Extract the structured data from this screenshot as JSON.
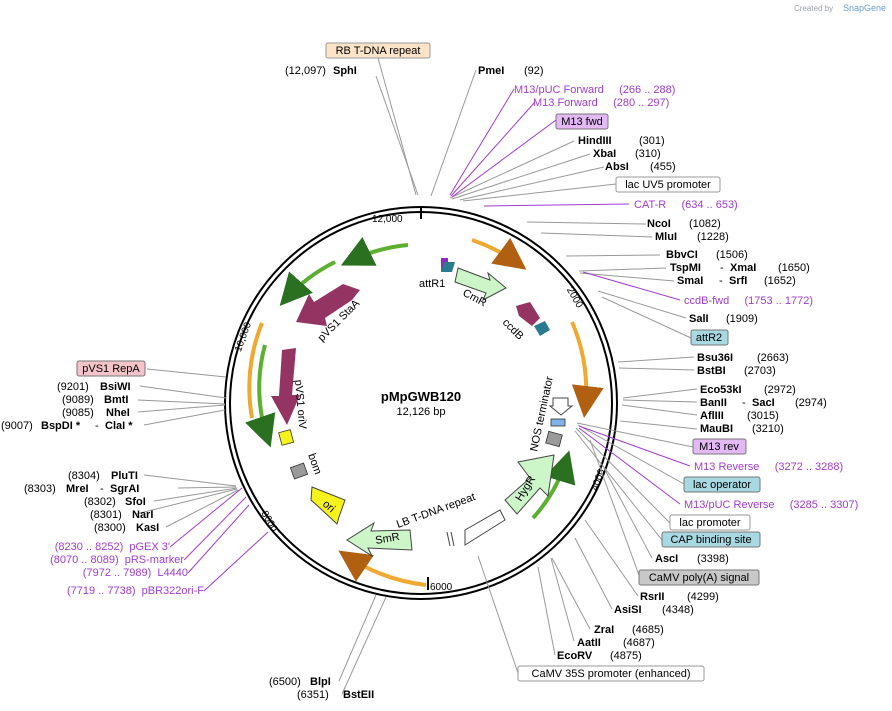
{
  "credit": {
    "prefix": "Created by",
    "brand": "SnapGene"
  },
  "plasmid": {
    "name": "pMpGWB120",
    "size": "12,126 bp"
  },
  "ticks": [
    "12,000",
    "2000",
    "4000",
    "6000",
    "8000",
    "10,000"
  ],
  "enzymes": {
    "sphI": {
      "pos": "(12,097)",
      "name": "SphI"
    },
    "pmeI": {
      "name": "PmeI",
      "pos": "(92)"
    },
    "hindIII": {
      "name": "HindIII",
      "pos": "(301)"
    },
    "xbaI": {
      "name": "XbaI",
      "pos": "(310)"
    },
    "absI": {
      "name": "AbsI",
      "pos": "(455)"
    },
    "ncoI": {
      "name": "NcoI",
      "pos": "(1082)"
    },
    "mluI": {
      "name": "MluI",
      "pos": "(1228)"
    },
    "bbvCI": {
      "name": "BbvCI",
      "pos": "(1506)"
    },
    "tspMI": {
      "name": "TspMI",
      "sep": "-",
      "name2": "XmaI",
      "pos": "(1650)"
    },
    "smaI": {
      "name": "SmaI",
      "sep": "-",
      "name2": "SrfI",
      "pos": "(1652)"
    },
    "salI": {
      "name": "SalI",
      "pos": "(1909)"
    },
    "bsu36I": {
      "name": "Bsu36I",
      "pos": "(2663)"
    },
    "bstBI": {
      "name": "BstBI",
      "pos": "(2703)"
    },
    "eco53kI": {
      "name": "Eco53kI",
      "pos": "(2972)"
    },
    "banII": {
      "name": "BanII",
      "sep": "-",
      "name2": "SacI",
      "pos": "(2974)"
    },
    "aflIII": {
      "name": "AflIII",
      "pos": "(3015)"
    },
    "mauBI": {
      "name": "MauBI",
      "pos": "(3210)"
    },
    "ascI": {
      "name": "AscI",
      "pos": "(3398)"
    },
    "rsrII": {
      "name": "RsrII",
      "pos": "(4299)"
    },
    "asiSI": {
      "name": "AsiSI",
      "pos": "(4348)"
    },
    "zraI": {
      "name": "ZraI",
      "pos": "(4685)"
    },
    "aatII": {
      "name": "AatII",
      "pos": "(4687)"
    },
    "ecoRV": {
      "name": "EcoRV",
      "pos": "(4875)"
    },
    "blpI": {
      "pos": "(6500)",
      "name": "BlpI"
    },
    "bstEII": {
      "pos": "(6351)",
      "name": "BstEII"
    },
    "kasI": {
      "pos": "(8300)",
      "name": "KasI"
    },
    "narI": {
      "pos": "(8301)",
      "name": "NarI"
    },
    "sfoI": {
      "pos": "(8302)",
      "name": "SfoI"
    },
    "mreI": {
      "pos": "(8303)",
      "name": "MreI",
      "sep": "-",
      "name2": "SgrAI"
    },
    "pluTI": {
      "pos": "(8304)",
      "name": "PluTI"
    },
    "bspDI": {
      "pos": "(9007)",
      "name": "BspDI *",
      "sep": "-",
      "name2": "ClaI *"
    },
    "nheI": {
      "pos": "(9085)",
      "name": "NheI"
    },
    "bmtI": {
      "pos": "(9089)",
      "name": "BmtI"
    },
    "bsiWI": {
      "pos": "(9201)",
      "name": "BsiWI"
    }
  },
  "primers": {
    "m13puc_fwd": "M13/pUC Forward     (266 .. 288)",
    "m13_fwd": "M13 Forward     (280 .. 297)",
    "cat_r": "CAT-R     (634 .. 653)",
    "ccdb_fwd": "ccdB-fwd     (1753 .. 1772)",
    "m13_reverse": "M13 Reverse     (3272 .. 3288)",
    "m13puc_rev": "M13/pUC Reverse     (3285 .. 3307)",
    "pgex3": "(8230 .. 8252)  pGEX 3'",
    "prs_marker": "(8070 .. 8089)  pRS-marker",
    "l4440": "(7972 .. 7989)  L4440",
    "pbr322": "(7719 .. 7738)  pBR322ori-F"
  },
  "boxes": {
    "rb_tdna": "RB T-DNA repeat",
    "m13_fwd_box": "M13 fwd",
    "lacuv5": "lac UV5 promoter",
    "attr2": "attR2",
    "m13_rev_box": "M13 rev",
    "lac_operator": "lac operator",
    "lac_promoter": "lac promoter",
    "cap_site": "CAP binding site",
    "camv_polya": "CaMV poly(A) signal",
    "camv_35s": "CaMV 35S promoter (enhanced)",
    "pvs1_repa": "pVS1 RepA"
  },
  "features": {
    "attR1": "attR1",
    "cmR": "CmR",
    "ccdB": "ccdB",
    "nos_term": "NOS terminator",
    "hygR": "HygR",
    "lb_tdna": "LB T-DNA repeat",
    "smR": "SmR",
    "ori": "ori",
    "bom": "bom",
    "pvs1_oriv": "pVS1 oriV",
    "pvs1_staa": "pVS1 StaA"
  },
  "colors": {
    "primer": "#a03cd2",
    "green_feature": "#ccf5c8",
    "maroon_feature": "#943463",
    "yellow_feature": "#f6f21c",
    "orange_arc": "#f0a830",
    "green_arc": "#5cb030",
    "box_orange": "#fde3c8",
    "box_violet": "#e2b8f5",
    "box_teal": "#a8d8e2",
    "box_pink": "#f5c4c8",
    "box_gray": "#c8c8c8"
  }
}
